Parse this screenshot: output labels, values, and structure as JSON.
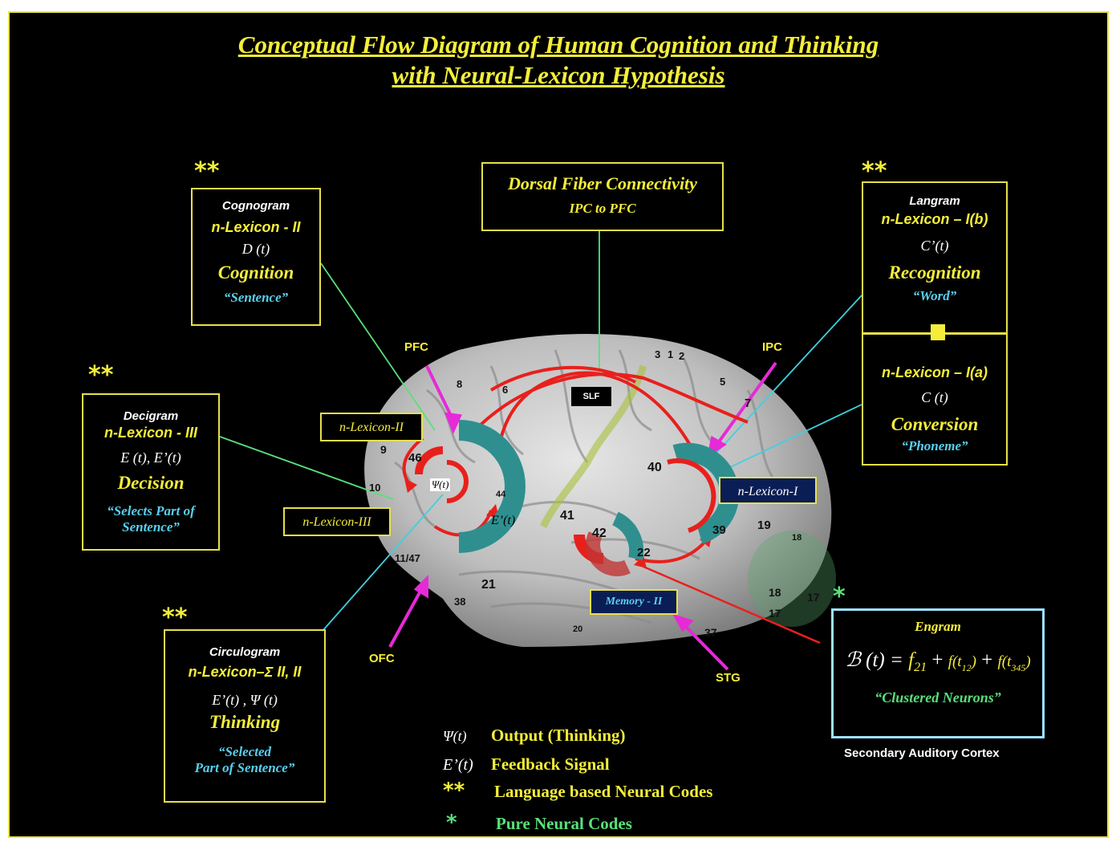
{
  "title": {
    "line1": "Conceptual Flow Diagram of Human Cognition and Thinking",
    "line2": "with Neural-Lexicon Hypothesis"
  },
  "dorsal": {
    "title": "Dorsal Fiber Connectivity",
    "sub": "IPC to PFC"
  },
  "cognogram": {
    "name": "Cognogram",
    "lexicon": "n-Lexicon - II",
    "fn": "D (t)",
    "role": "Cognition",
    "quote": "“Sentence”"
  },
  "langram": {
    "name": "Langram",
    "lexicon_b": "n-Lexicon – I(b)",
    "fn_b": "C’(t)",
    "role_b": "Recognition",
    "quote_b": "“Word”",
    "lexicon_a": "n-Lexicon – I(a)",
    "fn_a": "C (t)",
    "role_a": "Conversion",
    "quote_a": "“Phoneme”"
  },
  "decigram": {
    "name": "Decigram",
    "lexicon": "n-Lexicon - III",
    "fn": "E (t),  E’(t)",
    "role": "Decision",
    "quote1": "“Selects Part of",
    "quote2": "Sentence”"
  },
  "circulogram": {
    "name": "Circulogram",
    "lexicon": "n-Lexicon–Σ II, II",
    "fn": "E’(t) ,  Ψ (t)",
    "role": "Thinking",
    "quote1": "“Selected",
    "quote2": "Part of Sentence”"
  },
  "engram": {
    "name": "Engram",
    "quote": "“Clustered Neurons”"
  },
  "formula": {
    "lhs": "ℬ (t) = ",
    "f1": "f",
    "f1sub": "21",
    "plus": " + ",
    "f2": "f(t",
    "f2sub": "12",
    "f2end": ")",
    "f3": "f(t",
    "f3sub": "345",
    "f3end": ")"
  },
  "secondary": "Secondary Auditory Cortex",
  "stars": {
    "double": "**",
    "single": "*"
  },
  "labels": {
    "pfc": "PFC",
    "ipc": "IPC",
    "ofc": "OFC",
    "stg": "STG",
    "slf": "SLF",
    "nlex2": "n-Lexicon-II",
    "nlex3": "n-Lexicon-III",
    "nlex1": "n-Lexicon-I",
    "memory": "Memory - II",
    "psi": "Ψ(t)",
    "eprime": "E’(t)"
  },
  "brodmann": [
    "3",
    "1",
    "2",
    "8",
    "6",
    "5",
    "7",
    "9",
    "46",
    "10",
    "44",
    "40",
    "41",
    "42",
    "39",
    "19",
    "18",
    "22",
    "11/47",
    "21",
    "38",
    "20",
    "37",
    "18",
    "17",
    "17"
  ],
  "legend": [
    {
      "symbol": "Ψ(t)",
      "text": "Output  (Thinking)"
    },
    {
      "symbol": "E’(t)",
      "text": "Feedback Signal"
    },
    {
      "symbol": "**",
      "text": "Language based Neural Codes"
    },
    {
      "symbol": "*",
      "text": "Pure Neural Codes"
    }
  ],
  "colors": {
    "background": "#000000",
    "accent_yellow": "#f4ee3a",
    "cyan": "#58d0ef",
    "green": "#58e07a",
    "arrow_red": "#e8201c",
    "teal": "#2f8f8f",
    "magenta": "#e62ad7"
  }
}
